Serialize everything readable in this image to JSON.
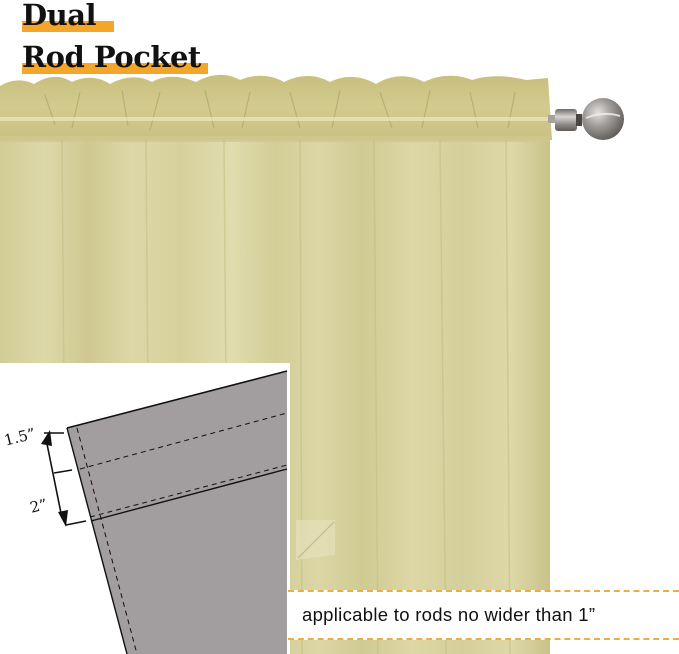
{
  "title": {
    "line1": "Dual",
    "line2": "Rod Pocket",
    "highlight_color": "#f4a62a"
  },
  "diagram": {
    "dimension_top": "1.5”",
    "dimension_bottom": "2”",
    "panel_color": "#a29d9e"
  },
  "note": {
    "text": "applicable to rods no wider than 1”",
    "dash_color": "#e8ae48"
  },
  "product": {
    "curtain_color": "#d8d39f",
    "rod_finish_color": "#8f8b88"
  }
}
